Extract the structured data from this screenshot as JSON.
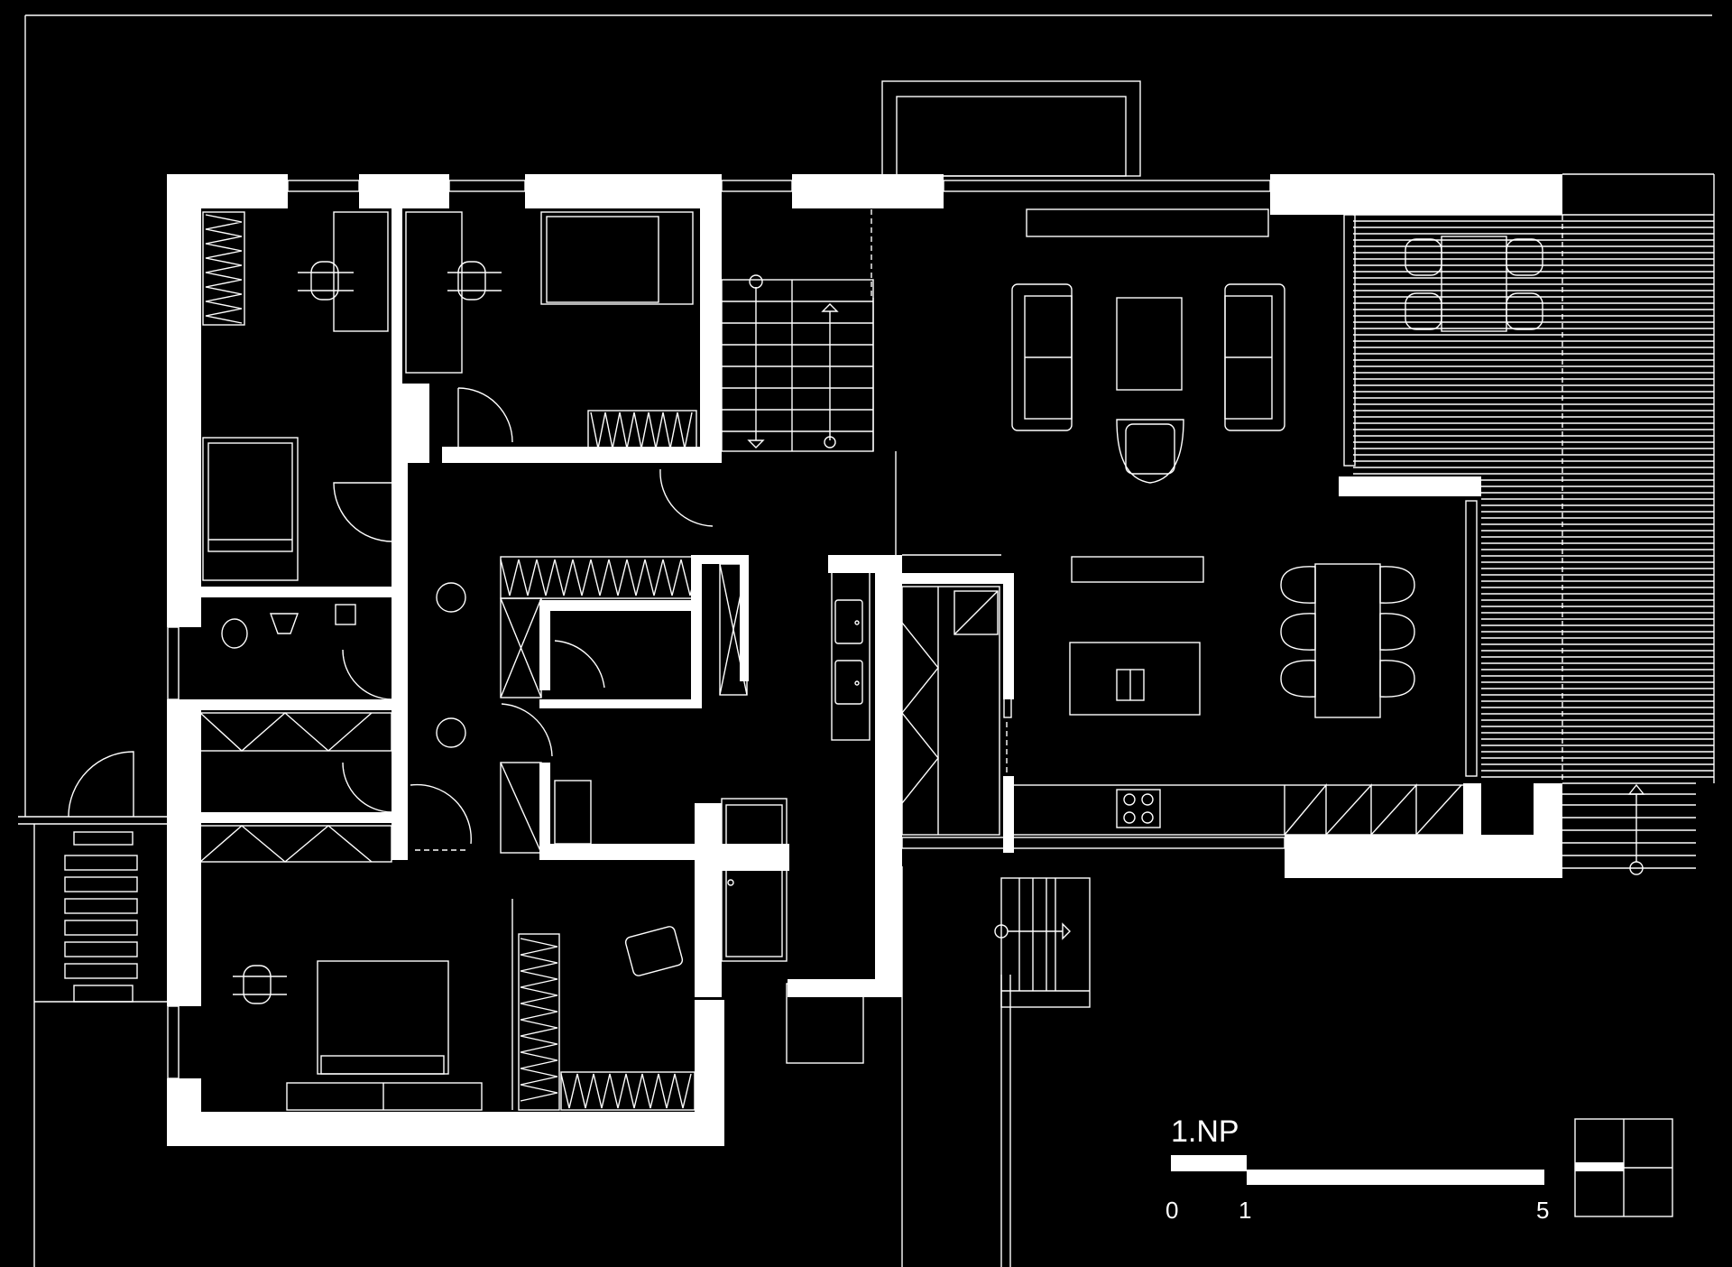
{
  "drawing": {
    "background": "#000000",
    "line_color": "#ffffff",
    "floor_label": "1.NP",
    "scale_bar": {
      "ticks": [
        "0",
        "1",
        "5"
      ]
    }
  }
}
